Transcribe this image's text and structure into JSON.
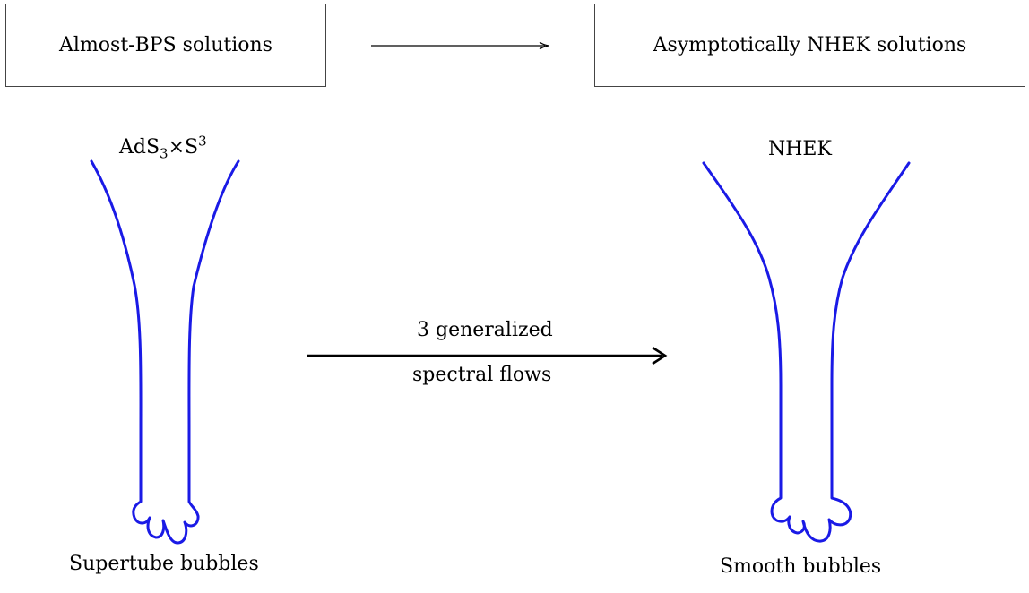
{
  "top": {
    "left_box": "Almost-BPS solutions",
    "right_box": "Asymptotically NHEK solutions"
  },
  "left": {
    "top_label": {
      "base1": "AdS",
      "sub": "3",
      "times": "×",
      "base2": "S",
      "sup": "3"
    },
    "bottom_label": "Supertube bubbles"
  },
  "right": {
    "top_label": "NHEK",
    "bottom_label": "Smooth bubbles"
  },
  "middle": {
    "line1": "3 generalized",
    "line2": "spectral flows"
  },
  "colors": {
    "curve": "#1a1ae6",
    "text": "#000000",
    "box_border": "#444444"
  }
}
